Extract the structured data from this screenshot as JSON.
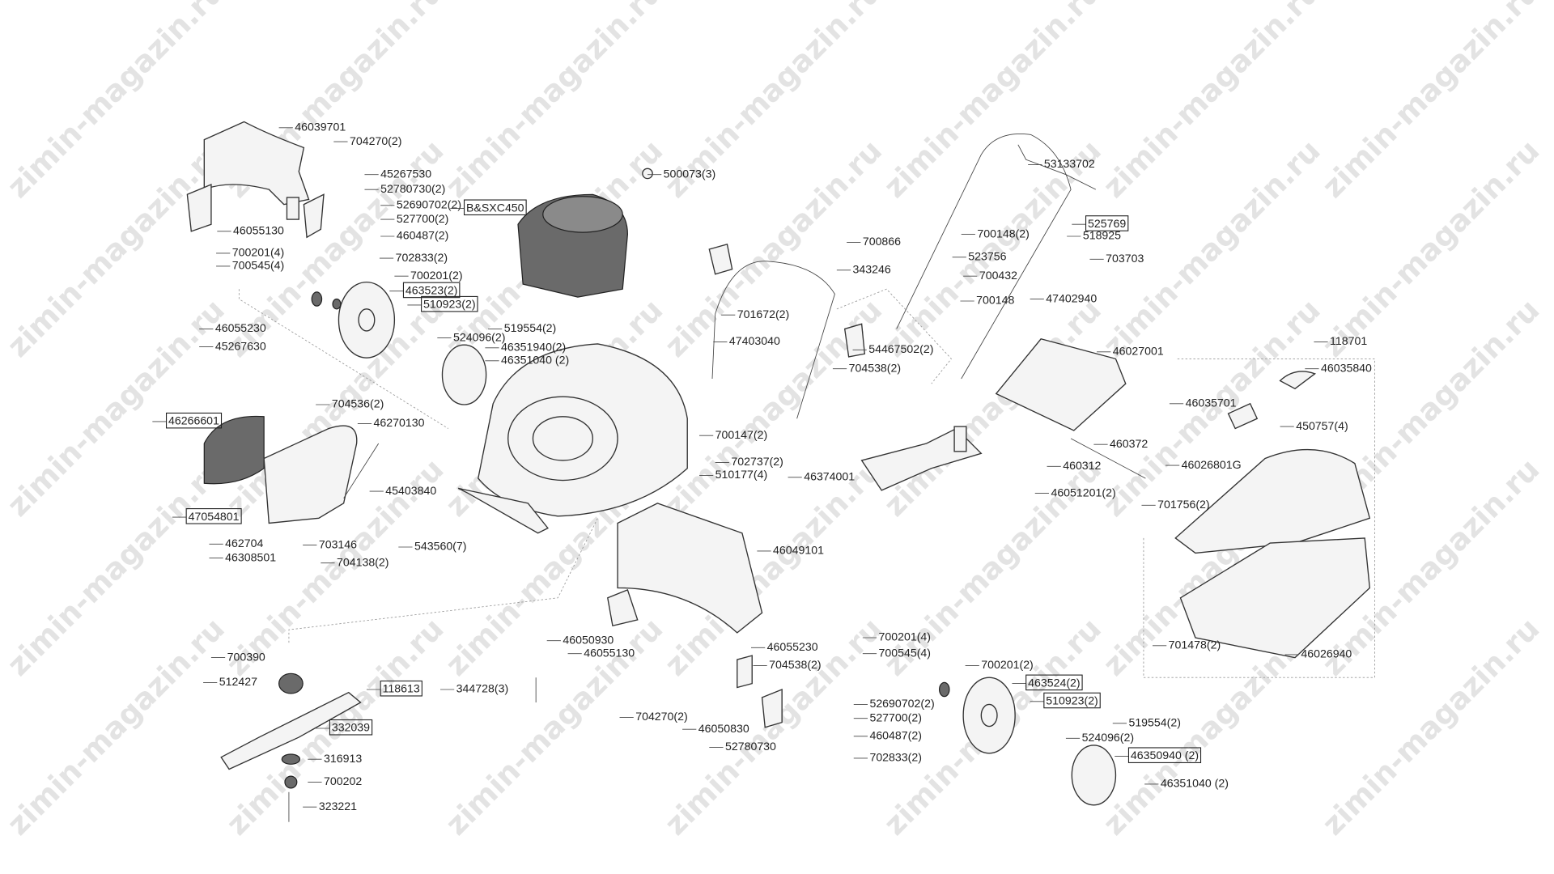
{
  "watermark": "zimin-magazin.ru",
  "labels": [
    {
      "text": "46039701",
      "boxed": false
    },
    {
      "text": "704270(2)",
      "boxed": false
    },
    {
      "text": "45267530",
      "boxed": false
    },
    {
      "text": "52780730(2)",
      "boxed": false
    },
    {
      "text": "52690702(2)",
      "boxed": false
    },
    {
      "text": "B&SXC450",
      "boxed": true
    },
    {
      "text": "527700(2)",
      "boxed": false
    },
    {
      "text": "460487(2)",
      "boxed": false
    },
    {
      "text": "46055130",
      "boxed": false
    },
    {
      "text": "700201(4)",
      "boxed": false
    },
    {
      "text": "700545(4)",
      "boxed": false
    },
    {
      "text": "702833(2)",
      "boxed": false
    },
    {
      "text": "700201(2)",
      "boxed": false
    },
    {
      "text": "463523(2)",
      "boxed": true
    },
    {
      "text": "510923(2)",
      "boxed": true
    },
    {
      "text": "46055230",
      "boxed": false
    },
    {
      "text": "45267630",
      "boxed": false
    },
    {
      "text": "519554(2)",
      "boxed": false
    },
    {
      "text": "524096(2)",
      "boxed": false
    },
    {
      "text": "46351940(2)",
      "boxed": false
    },
    {
      "text": "46351040 (2)",
      "boxed": false
    },
    {
      "text": "500073(3)",
      "boxed": false
    },
    {
      "text": "704536(2)",
      "boxed": false
    },
    {
      "text": "46266601",
      "boxed": true
    },
    {
      "text": "46270130",
      "boxed": false
    },
    {
      "text": "45403840",
      "boxed": false
    },
    {
      "text": "47054801",
      "boxed": true
    },
    {
      "text": "462704",
      "boxed": false
    },
    {
      "text": "703146",
      "boxed": false
    },
    {
      "text": "46308501",
      "boxed": false
    },
    {
      "text": "704138(2)",
      "boxed": false
    },
    {
      "text": "543560(7)",
      "boxed": false
    },
    {
      "text": "700147(2)",
      "boxed": false
    },
    {
      "text": "702737(2)",
      "boxed": false
    },
    {
      "text": "510177(4)",
      "boxed": false
    },
    {
      "text": "46374001",
      "boxed": false
    },
    {
      "text": "46049101",
      "boxed": false
    },
    {
      "text": "46050930",
      "boxed": false
    },
    {
      "text": "46055130",
      "boxed": false
    },
    {
      "text": "700390",
      "boxed": false
    },
    {
      "text": "512427",
      "boxed": false
    },
    {
      "text": "118613",
      "boxed": true
    },
    {
      "text": "344728(3)",
      "boxed": false
    },
    {
      "text": "332039",
      "boxed": true
    },
    {
      "text": "316913",
      "boxed": false
    },
    {
      "text": "700202",
      "boxed": false
    },
    {
      "text": "323221",
      "boxed": false
    },
    {
      "text": "46055230",
      "boxed": false
    },
    {
      "text": "704538(2)",
      "boxed": false
    },
    {
      "text": "704270(2)",
      "boxed": false
    },
    {
      "text": "46050830",
      "boxed": false
    },
    {
      "text": "52780730",
      "boxed": false
    },
    {
      "text": "700201(4)",
      "boxed": false
    },
    {
      "text": "700545(4)",
      "boxed": false
    },
    {
      "text": "700201(2)",
      "boxed": false
    },
    {
      "text": "463524(2)",
      "boxed": true
    },
    {
      "text": "510923(2)",
      "boxed": true
    },
    {
      "text": "52690702(2)",
      "boxed": false
    },
    {
      "text": "527700(2)",
      "boxed": false
    },
    {
      "text": "460487(2)",
      "boxed": false
    },
    {
      "text": "702833(2)",
      "boxed": false
    },
    {
      "text": "519554(2)",
      "boxed": false
    },
    {
      "text": "524096(2)",
      "boxed": false
    },
    {
      "text": "46350940 (2)",
      "boxed": true
    },
    {
      "text": "46351040 (2)",
      "boxed": false
    },
    {
      "text": "53133702",
      "boxed": false
    },
    {
      "text": "525769",
      "boxed": true
    },
    {
      "text": "518925",
      "boxed": false
    },
    {
      "text": "700866",
      "boxed": false
    },
    {
      "text": "700148(2)",
      "boxed": false
    },
    {
      "text": "523756",
      "boxed": false
    },
    {
      "text": "343246",
      "boxed": false
    },
    {
      "text": "703703",
      "boxed": false
    },
    {
      "text": "700432",
      "boxed": false
    },
    {
      "text": "700148",
      "boxed": false
    },
    {
      "text": "47402940",
      "boxed": false
    },
    {
      "text": "701672(2)",
      "boxed": false
    },
    {
      "text": "47403040",
      "boxed": false
    },
    {
      "text": "54467502(2)",
      "boxed": false
    },
    {
      "text": "704538(2)",
      "boxed": false
    },
    {
      "text": "46027001",
      "boxed": false
    },
    {
      "text": "118701",
      "boxed": false
    },
    {
      "text": "46035840",
      "boxed": false
    },
    {
      "text": "46035701",
      "boxed": false
    },
    {
      "text": "450757(4)",
      "boxed": false
    },
    {
      "text": "460372",
      "boxed": false
    },
    {
      "text": "460312",
      "boxed": false
    },
    {
      "text": "46026801G",
      "boxed": false
    },
    {
      "text": "46051201(2)",
      "boxed": false
    },
    {
      "text": "701756(2)",
      "boxed": false
    },
    {
      "text": "701478(2)",
      "boxed": false
    },
    {
      "text": "46026940",
      "boxed": false
    }
  ]
}
